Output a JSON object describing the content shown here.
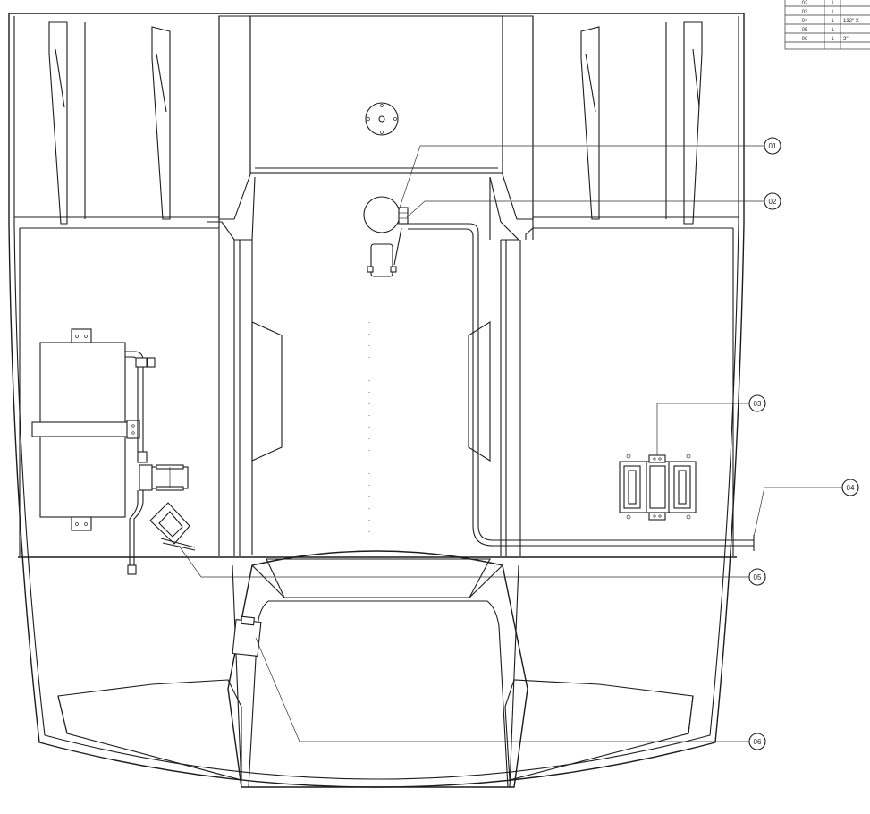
{
  "parts_table": {
    "rows": [
      {
        "item": "02",
        "qty": "1",
        "desc": ""
      },
      {
        "item": "03",
        "qty": "1",
        "desc": ""
      },
      {
        "item": "04",
        "qty": "1",
        "desc": "132\" X"
      },
      {
        "item": "05",
        "qty": "1",
        "desc": ""
      },
      {
        "item": "06",
        "qty": "1",
        "desc": "3\""
      }
    ]
  },
  "callouts": [
    {
      "label": "01"
    },
    {
      "label": "02"
    },
    {
      "label": "03"
    },
    {
      "label": "04"
    },
    {
      "label": "05"
    },
    {
      "label": "06"
    }
  ]
}
